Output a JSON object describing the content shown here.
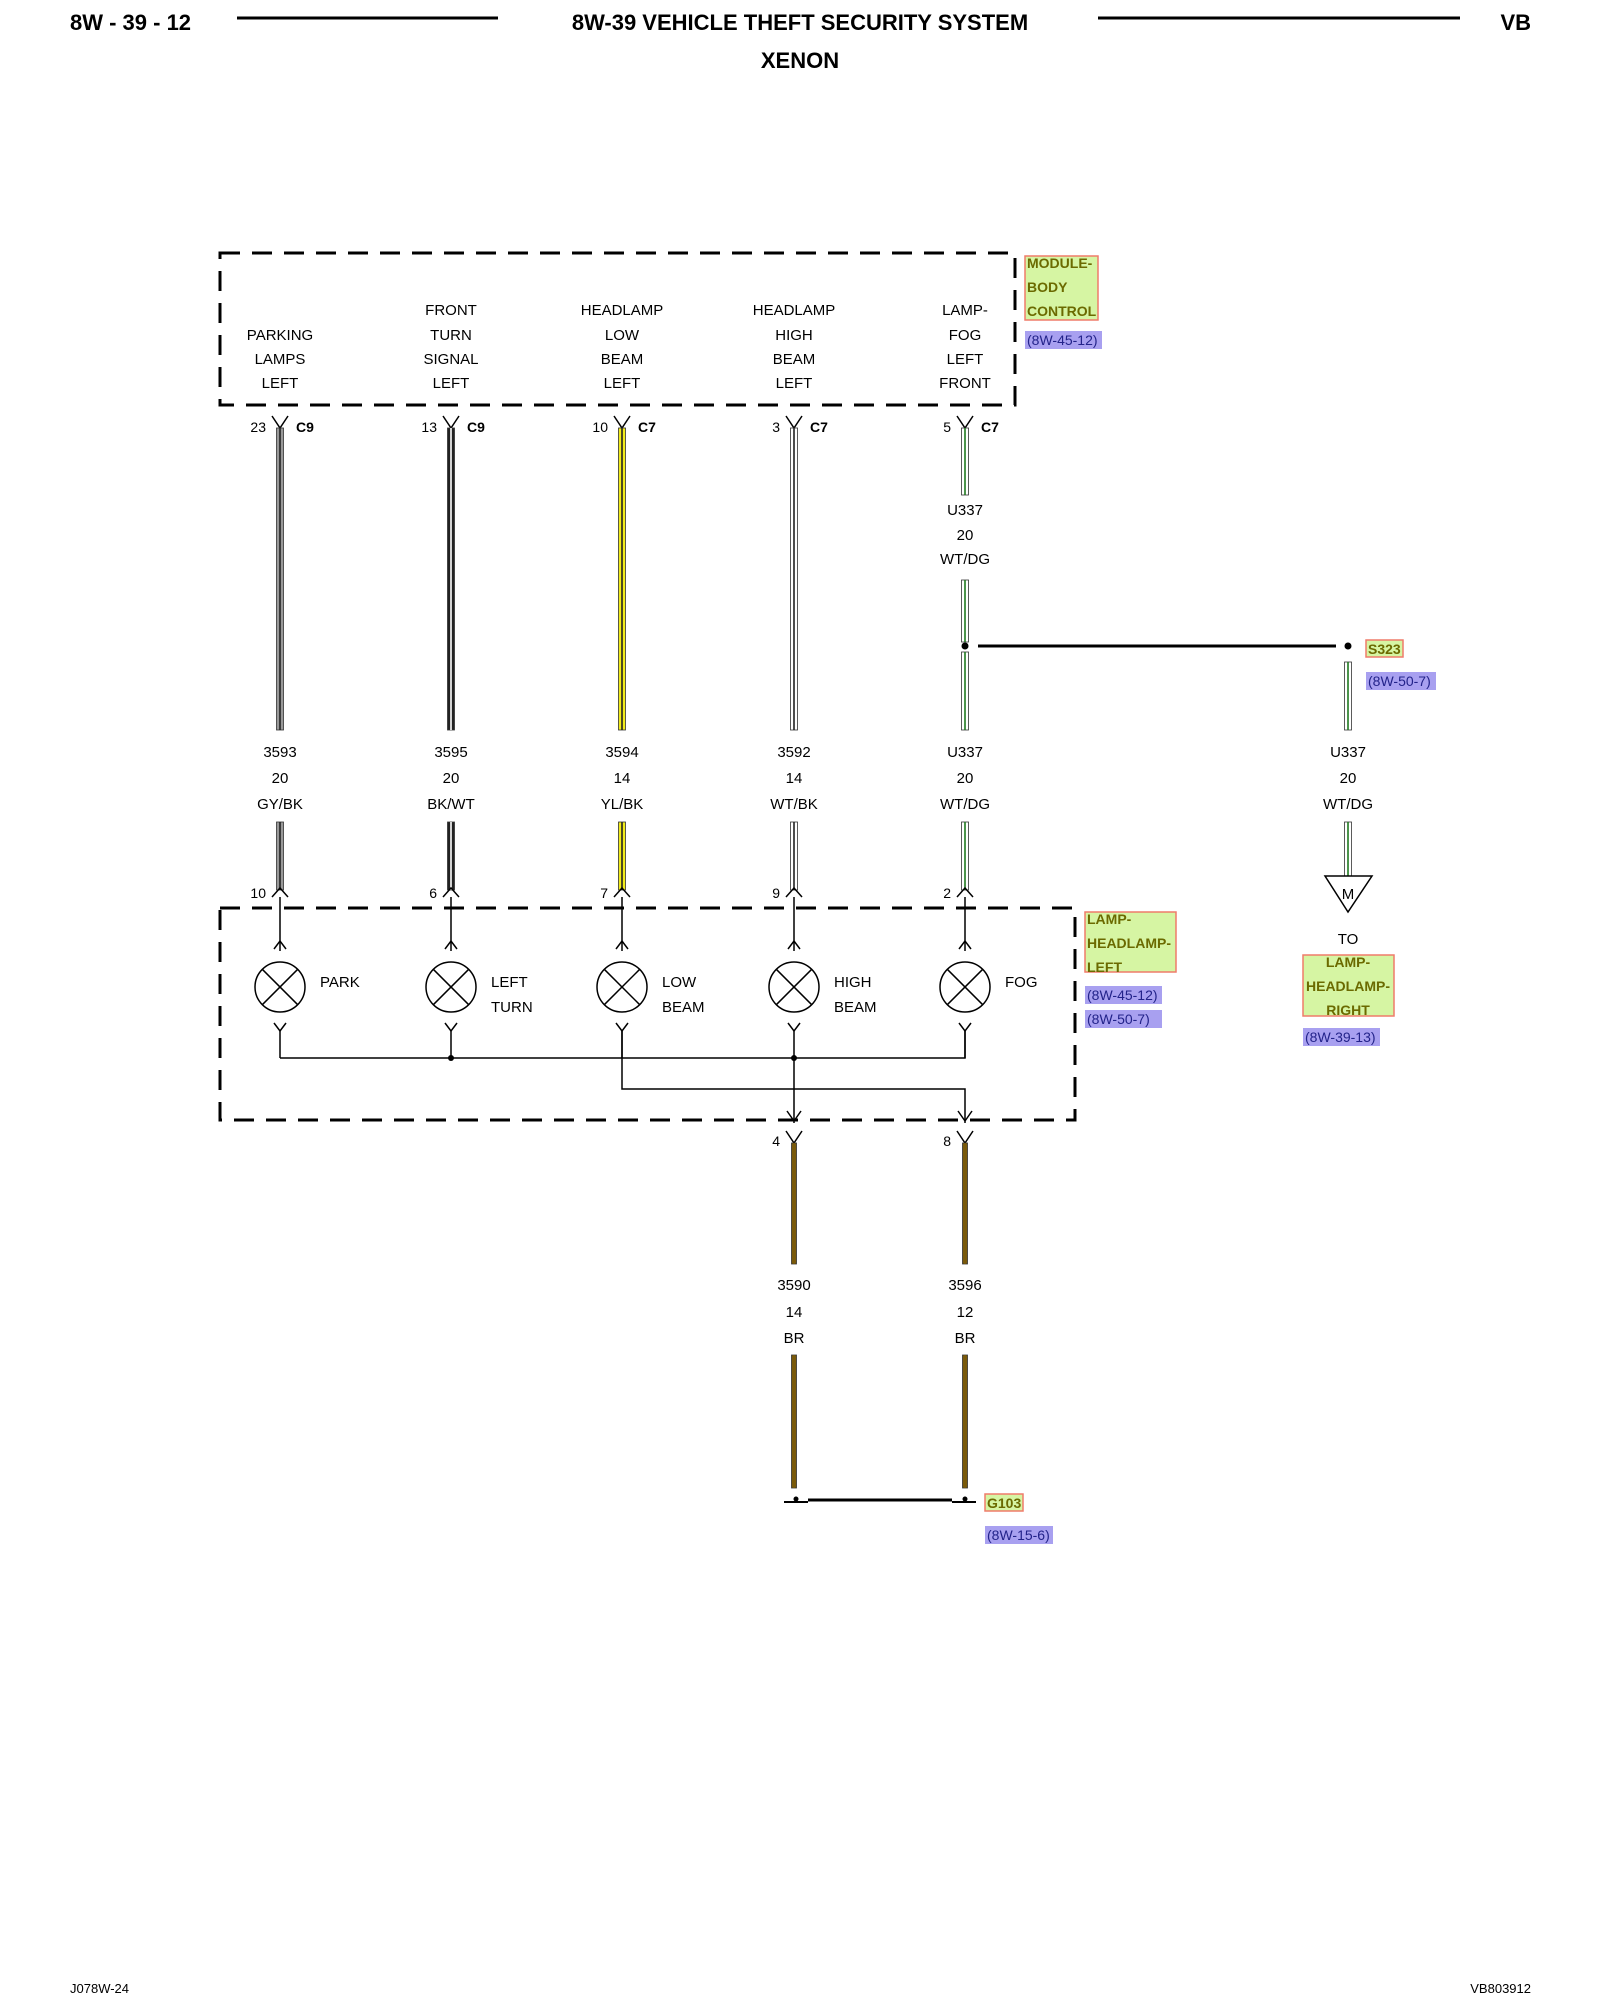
{
  "header": {
    "left": "8W - 39 - 12",
    "title": "8W-39 VEHICLE THEFT SECURITY SYSTEM",
    "subtitle": "XENON",
    "right": "VB"
  },
  "footer": {
    "left": "J078W-24",
    "right": "VB803912"
  },
  "module_body_control": {
    "name_lines": [
      "MODULE-",
      "BODY",
      "CONTROL"
    ],
    "ref": "(8W-45-12)",
    "pins": [
      {
        "lines": [
          "",
          "PARKING",
          "LAMPS",
          "LEFT"
        ],
        "pin": "23",
        "connector": "C9"
      },
      {
        "lines": [
          "FRONT",
          "TURN",
          "SIGNAL",
          "LEFT"
        ],
        "pin": "13",
        "connector": "C9"
      },
      {
        "lines": [
          "HEADLAMP",
          "LOW",
          "BEAM",
          "LEFT"
        ],
        "pin": "10",
        "connector": "C7"
      },
      {
        "lines": [
          "HEADLAMP",
          "HIGH",
          "BEAM",
          "LEFT"
        ],
        "pin": "3",
        "connector": "C7"
      },
      {
        "lines": [
          "LAMP-",
          "FOG",
          "LEFT",
          "FRONT"
        ],
        "pin": "5",
        "connector": "C7"
      }
    ]
  },
  "upper_wire": {
    "circuit": "U337",
    "gauge": "20",
    "color": "WT/DG"
  },
  "splice": {
    "name": "S323",
    "ref": "(8W-50-7)"
  },
  "wires": [
    {
      "circuit": "3593",
      "gauge": "20",
      "color": "GY/BK",
      "color_hex": "#999999",
      "stripe_hex": "#222222"
    },
    {
      "circuit": "3595",
      "gauge": "20",
      "color": "BK/WT",
      "color_hex": "#222222",
      "stripe_hex": "#ffffff"
    },
    {
      "circuit": "3594",
      "gauge": "14",
      "color": "YL/BK",
      "color_hex": "#f2ec1a",
      "stripe_hex": "#222222"
    },
    {
      "circuit": "3592",
      "gauge": "14",
      "color": "WT/BK",
      "color_hex": "#ffffff",
      "stripe_hex": "#222222"
    },
    {
      "circuit": "U337",
      "gauge": "20",
      "color": "WT/DG",
      "color_hex": "#ffffff",
      "stripe_hex": "#1f7a1f"
    },
    {
      "circuit": "U337",
      "gauge": "20",
      "color": "WT/DG",
      "color_hex": "#ffffff",
      "stripe_hex": "#1f7a1f"
    }
  ],
  "headlamp_left": {
    "name_lines": [
      "LAMP-",
      "HEADLAMP-",
      "LEFT"
    ],
    "refs": [
      "(8W-45-12)",
      "(8W-50-7)"
    ],
    "lamps": [
      {
        "pin": "10",
        "label_lines": [
          "PARK",
          ""
        ]
      },
      {
        "pin": "6",
        "label_lines": [
          "LEFT",
          "TURN"
        ]
      },
      {
        "pin": "7",
        "label_lines": [
          "LOW",
          "BEAM"
        ]
      },
      {
        "pin": "9",
        "label_lines": [
          "HIGH",
          "BEAM"
        ]
      },
      {
        "pin": "2",
        "label_lines": [
          "FOG",
          ""
        ]
      }
    ],
    "ground_pins": [
      "4",
      "8"
    ]
  },
  "headlamp_right": {
    "connector_letter": "M",
    "to": "TO",
    "name_lines": [
      "LAMP-",
      "HEADLAMP-",
      "RIGHT"
    ],
    "ref": "(8W-39-13)"
  },
  "ground_wires": [
    {
      "circuit": "3590",
      "gauge": "14",
      "color": "BR",
      "color_hex": "#7a5a0a"
    },
    {
      "circuit": "3596",
      "gauge": "12",
      "color": "BR",
      "color_hex": "#7a5a0a"
    }
  ],
  "ground": {
    "name": "G103",
    "ref": "(8W-15-6)"
  },
  "colors": {
    "component_fill": "#d6f5a3",
    "component_border": "#ef7c6a",
    "component_text": "#6b6a00",
    "ref_fill": "#a8a0f0",
    "ref_text": "#23238a"
  }
}
